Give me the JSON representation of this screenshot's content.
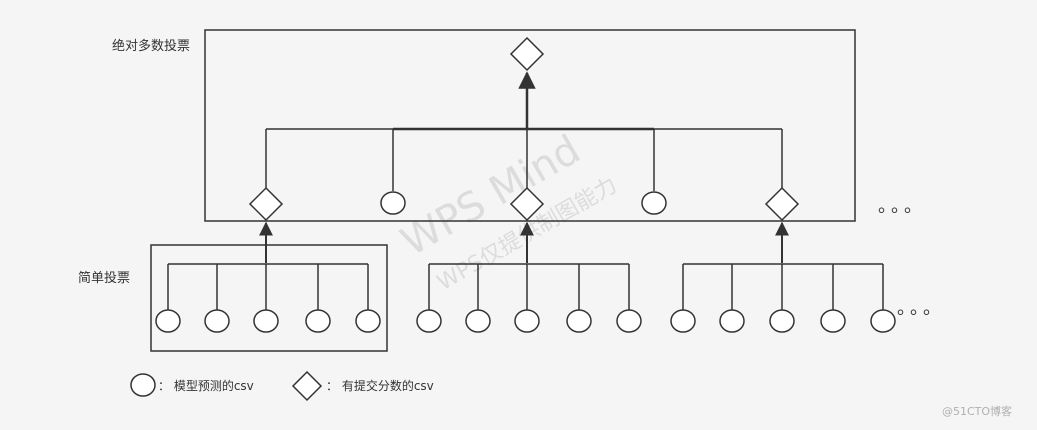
{
  "labels": {
    "absolute_majority": "绝对多数投票",
    "simple_vote": "简单投票"
  },
  "legend": {
    "circle_text": "： 模型预测的csv",
    "diamond_text": "： 有提交分数的csv"
  },
  "ellipsis": {
    "right_top": "。。。",
    "right_bottom": "。。。"
  },
  "watermark": {
    "line1": "WPS Mind",
    "line2": "WPS仅提供制图能力"
  },
  "footer": {
    "credit": "@51CTO博客"
  },
  "colors": {
    "stroke": "#333333",
    "background": "#f5f5f5",
    "shape_fill": "#ffffff"
  }
}
